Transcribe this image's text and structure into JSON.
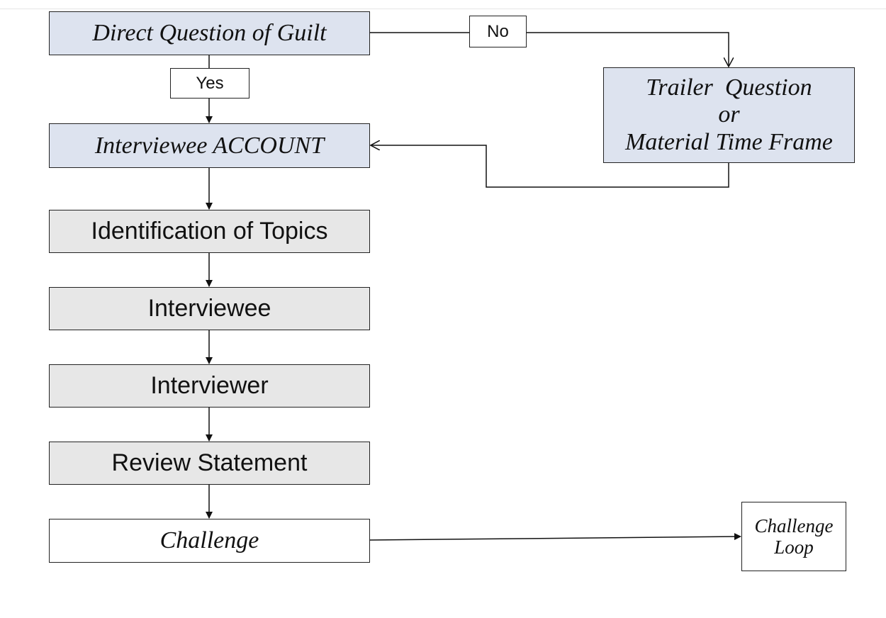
{
  "nodes": {
    "direct_question": "Direct Question of Guilt",
    "interviewee_account": "Interviewee ACCOUNT",
    "identification_of_topics": "Identification of Topics",
    "interviewee": "Interviewee",
    "interviewer": "Interviewer",
    "review_statement": "Review Statement",
    "challenge": "Challenge",
    "trailer_question": {
      "line1": "Trailer  Question",
      "line2": "or",
      "line3": "Material Time Frame"
    },
    "challenge_loop": {
      "line1": "Challenge",
      "line2": "Loop"
    }
  },
  "edge_labels": {
    "yes": "Yes",
    "no": "No"
  },
  "colors": {
    "question_fill": "#dde3ef",
    "step_fill": "#e7e7e7",
    "outcome_fill": "#ffffff",
    "stroke": "#222222"
  }
}
